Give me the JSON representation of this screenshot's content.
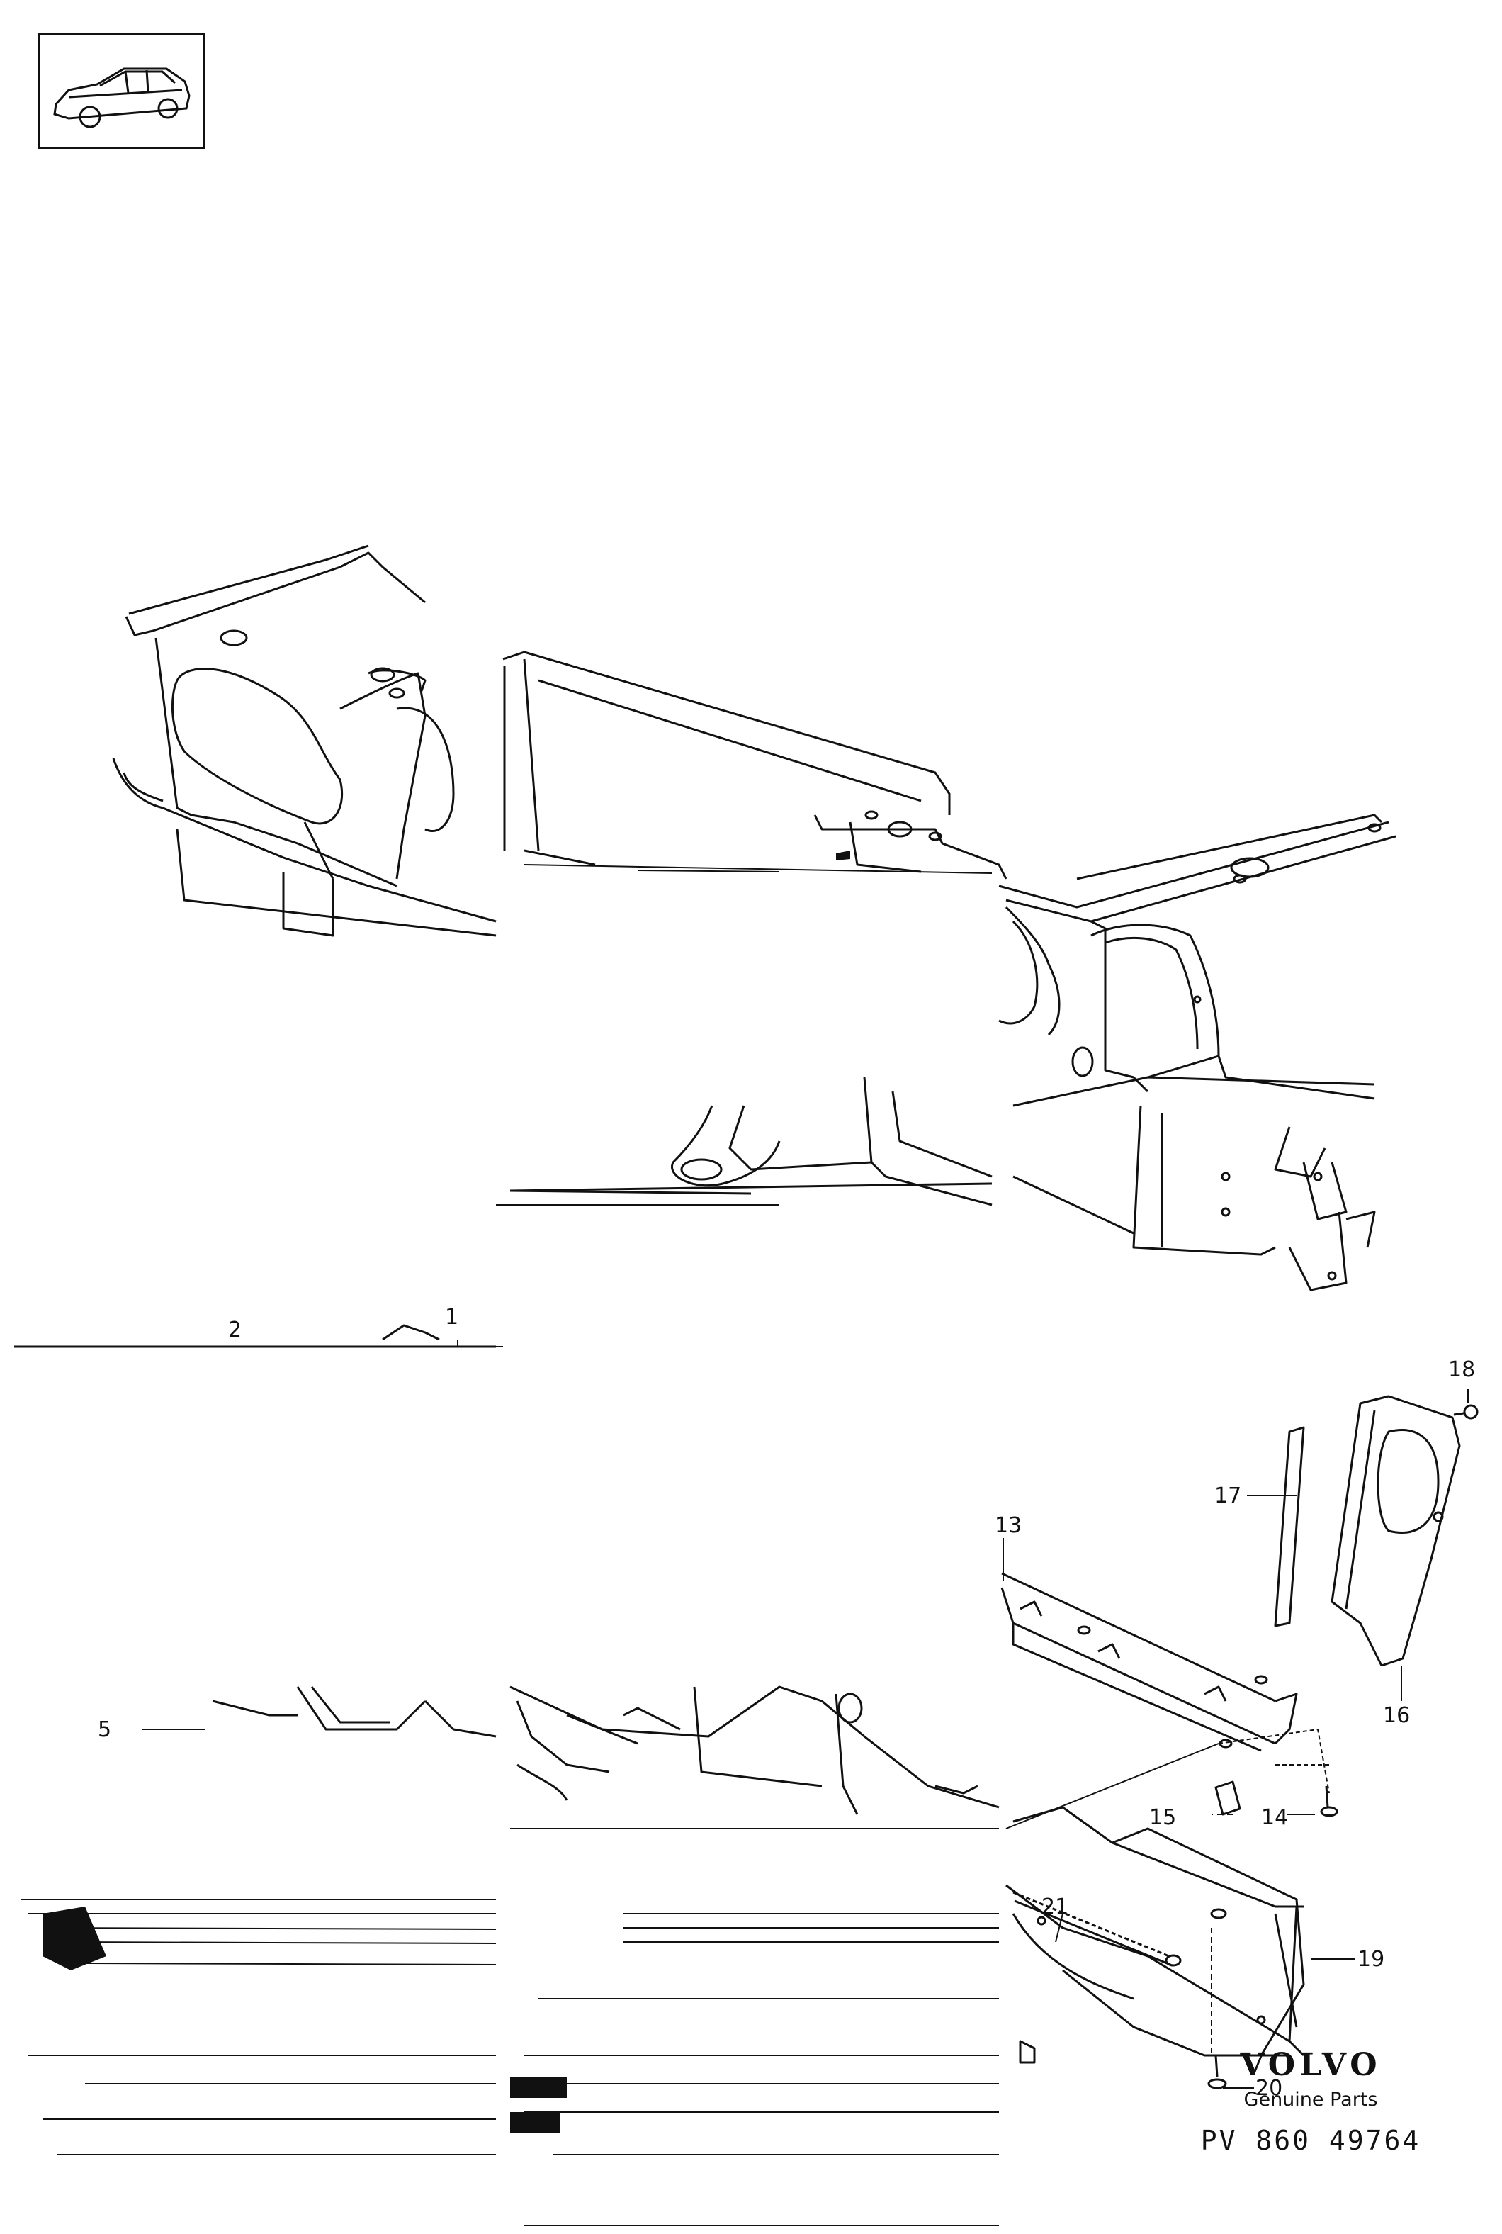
{
  "callouts": {
    "c1": "1",
    "c2": "2",
    "c5": "5",
    "c13": "13",
    "c14": "14",
    "c15": "15",
    "c16": "16",
    "c17": "17",
    "c18": "18",
    "c19": "19",
    "c20": "20",
    "c21": "21"
  },
  "brand": {
    "logo": "VOLVO",
    "subtitle": "Genuine Parts",
    "part_number": "PV 860 49764"
  },
  "icons": {
    "thumbnail": "car-sedan-icon"
  }
}
